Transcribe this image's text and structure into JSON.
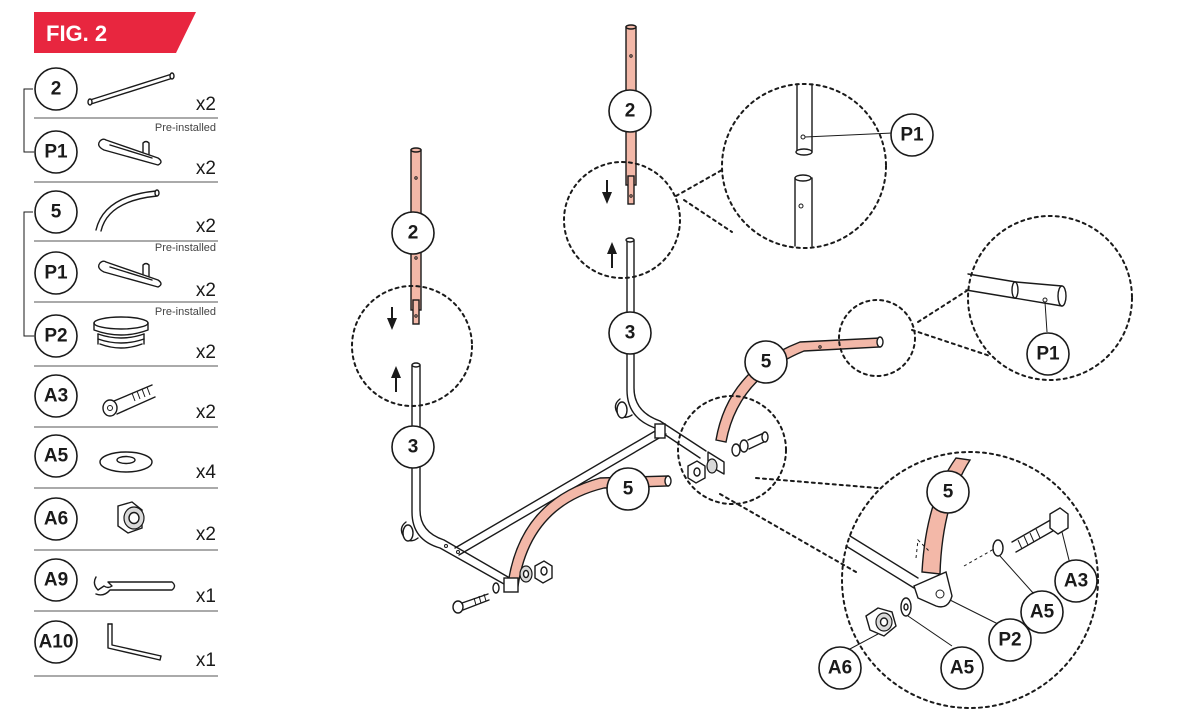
{
  "figure": {
    "label": "FIG. 2",
    "banner_color": "#e8263f"
  },
  "colors": {
    "tube_highlight": "#f3b8a8",
    "ink": "#1a1a1a"
  },
  "parts_list": [
    {
      "id": "2",
      "qty": "x2",
      "note": "Pre-installed",
      "icon": "long-rod-icon"
    },
    {
      "id": "P1",
      "qty": "x2",
      "note": "",
      "icon": "spring-clip-icon"
    },
    {
      "id": "5",
      "qty": "x2",
      "note": "Pre-installed",
      "icon": "curved-tube-icon"
    },
    {
      "id": "P1",
      "qty": "x2",
      "note": "Pre-installed",
      "icon": "spring-clip-icon"
    },
    {
      "id": "P2",
      "qty": "x2",
      "note": "",
      "icon": "end-cap-icon"
    },
    {
      "id": "A3",
      "qty": "x2",
      "note": "",
      "icon": "hex-bolt-icon"
    },
    {
      "id": "A5",
      "qty": "x4",
      "note": "",
      "icon": "washer-icon"
    },
    {
      "id": "A6",
      "qty": "x2",
      "note": "",
      "icon": "lock-nut-icon"
    },
    {
      "id": "A9",
      "qty": "x1",
      "note": "",
      "icon": "wrench-icon"
    },
    {
      "id": "A10",
      "qty": "x1",
      "note": "",
      "icon": "allen-key-icon"
    }
  ],
  "callouts": {
    "left_top": "2",
    "left_bottom": "3",
    "right_top": "2",
    "right_middle": "3",
    "front_arc": "5",
    "rear_arc": "5",
    "detail_p1_top": "P1",
    "detail_p1_right": "P1",
    "detail_arc": "5",
    "detail_a3": "A3",
    "detail_a5_upper": "A5",
    "detail_p2": "P2",
    "detail_a6": "A6",
    "detail_a5_lower": "A5"
  }
}
